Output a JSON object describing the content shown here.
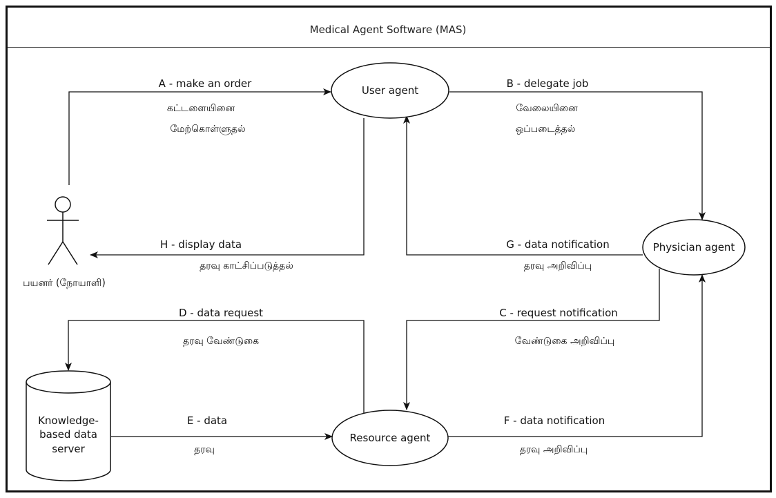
{
  "title": "Medical Agent Software (MAS)",
  "nodes": {
    "user_agent": "User agent",
    "physician_agent": "Physician agent",
    "resource_agent": "Resource agent",
    "server": [
      "Knowledge-",
      "based data",
      "server"
    ],
    "patient": "பயனர் (நோயாளி)"
  },
  "edges": {
    "a": {
      "label": "A - make an order",
      "tamil": [
        "கட்டளையினை",
        "மேற்கொள்ளுதல்"
      ]
    },
    "b": {
      "label": "B - delegate job",
      "tamil": [
        "வேலையினை",
        "ஒப்படைத்தல்"
      ]
    },
    "c": {
      "label": "C - request notification",
      "tamil": [
        "வேண்டுகை அறிவிப்பு"
      ]
    },
    "d": {
      "label": "D - data request",
      "tamil": [
        "தரவு வேண்டுகை"
      ]
    },
    "e": {
      "label": "E - data",
      "tamil": [
        "தரவு"
      ]
    },
    "f": {
      "label": "F - data notification",
      "tamil": [
        "தரவு அறிவிப்பு"
      ]
    },
    "g": {
      "label": "G - data notification",
      "tamil": [
        "தரவு அறிவிப்பு"
      ]
    },
    "h": {
      "label": "H - display data",
      "tamil": [
        "தரவு காட்சிப்படுத்தல்"
      ]
    }
  }
}
